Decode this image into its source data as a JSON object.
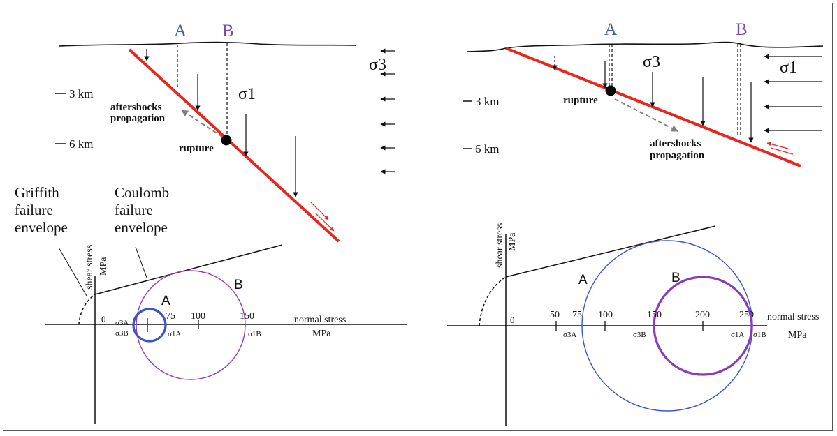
{
  "colors": {
    "fault": "#e8261e",
    "label_A": "#4a55b0",
    "label_B": "#7a4aa8",
    "circle_A": "#3a55c8",
    "circle_B": "#8a3cb8",
    "rupture_point": "#000000",
    "propagation_arrow": "#808080",
    "ink": "#111111"
  },
  "left_panel": {
    "section": {
      "site_labels": [
        "A",
        "B"
      ],
      "depth_labels": [
        "3 km",
        "6 km"
      ],
      "sigma3_label": "σ3",
      "sigma1_label": "σ1",
      "rupture_label": "rupture",
      "propagation_label_line1": "aftershocks",
      "propagation_label_line2": "propagation"
    },
    "envelopes": {
      "griffith_line1": "Griffith",
      "griffith_line2": "failure",
      "griffith_line3": "envelope",
      "coulomb_line1": "Coulomb",
      "coulomb_line2": "failure",
      "coulomb_line3": "envelope"
    },
    "mohr": {
      "y_axis_label": "shear stress",
      "y_axis_unit": "MPa",
      "x_axis_label": "normal stress",
      "x_axis_unit": "MPa",
      "ticks": [
        "0",
        "75",
        "100",
        "150"
      ],
      "stress_labels": [
        "σ3A",
        "σ3B",
        "σ1A",
        "σ1B"
      ],
      "circle_labels": [
        "A",
        "B"
      ]
    }
  },
  "right_panel": {
    "section": {
      "site_labels": [
        "A",
        "B"
      ],
      "depth_labels": [
        "3 km",
        "6 km"
      ],
      "sigma3_label": "σ3",
      "sigma1_label": "σ1",
      "rupture_label": "rupture",
      "propagation_label_line1": "aftershocks",
      "propagation_label_line2": "propagation"
    },
    "mohr": {
      "y_axis_label": "shear stress",
      "y_axis_unit": "MPa",
      "x_axis_label": "normal stress",
      "x_axis_unit": "MPa",
      "ticks": [
        "0",
        "50",
        "75",
        "100",
        "150",
        "200",
        "250"
      ],
      "stress_labels": [
        "σ3A",
        "σ3B",
        "σ1A",
        "σ1B"
      ],
      "circle_labels": [
        "A",
        "B"
      ]
    }
  }
}
